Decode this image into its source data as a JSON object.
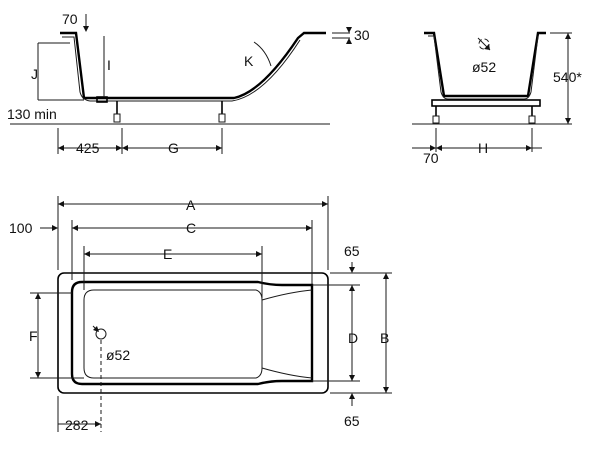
{
  "side_view": {
    "labels": {
      "rim_70": "70",
      "rim_30": "30",
      "j": "J",
      "i": "I",
      "k": "K",
      "min_130": "130 min",
      "d_425": "425",
      "g": "G"
    }
  },
  "end_view": {
    "labels": {
      "drain": "ø52",
      "h540": "540*",
      "d_70": "70",
      "h": "H"
    }
  },
  "top_view": {
    "labels": {
      "a": "A",
      "c": "C",
      "e": "E",
      "d_100": "100",
      "d_65_top": "65",
      "d_65_bottom": "65",
      "f": "F",
      "d": "D",
      "b": "B",
      "drain": "ø52",
      "d_282": "282"
    }
  }
}
